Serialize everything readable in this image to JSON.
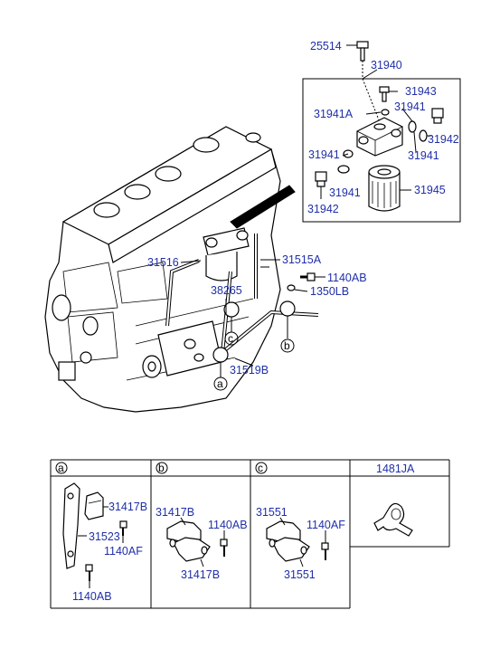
{
  "filter_labels": {
    "bolt_top": "25514",
    "assembly": "31940",
    "bolt_small": "31943",
    "plug": "31941A",
    "oring_top": "31941",
    "plug_right": "31942",
    "oring_right": "31941",
    "oring_left": "31941",
    "plug_left": "31942",
    "oring_lower": "31941",
    "cartridge": "31945"
  },
  "engine_labels": {
    "housing": "31516",
    "hose_feed": "31515A",
    "bolt": "1140AB",
    "washer": "1350LB",
    "hose_return": "38265",
    "hose_lower": "31519B"
  },
  "callouts": {
    "a": "a",
    "b": "b",
    "c": "c"
  },
  "detail_panels": {
    "a": {
      "letter": "a",
      "clamp_upper": "31417B",
      "bracket": "31523",
      "bolt_small": "1140AF",
      "bolt_lower": "1140AB"
    },
    "b": {
      "letter": "b",
      "clamp_upper": "31417B",
      "bolt": "1140AB",
      "clamp_lower": "31417B"
    },
    "c": {
      "letter": "c",
      "clamp_upper": "31551",
      "bolt": "1140AF",
      "clamp_lower": "31551"
    },
    "d": {
      "title": "1481JA"
    }
  }
}
